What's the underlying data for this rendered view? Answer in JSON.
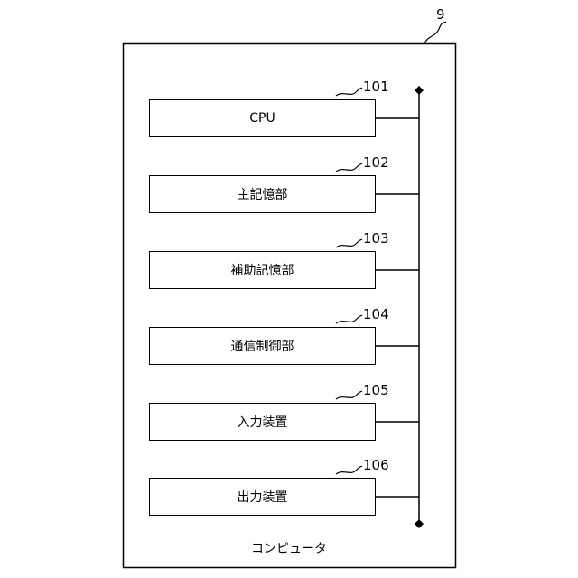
{
  "figure": {
    "outer_ref": "9",
    "caption": "コンピュータ",
    "blocks": [
      {
        "ref": "101",
        "label": "CPU"
      },
      {
        "ref": "102",
        "label": "主記憶部"
      },
      {
        "ref": "103",
        "label": "補助記憶部"
      },
      {
        "ref": "104",
        "label": "通信制御部"
      },
      {
        "ref": "105",
        "label": "入力装置"
      },
      {
        "ref": "106",
        "label": "出力装置"
      }
    ]
  }
}
